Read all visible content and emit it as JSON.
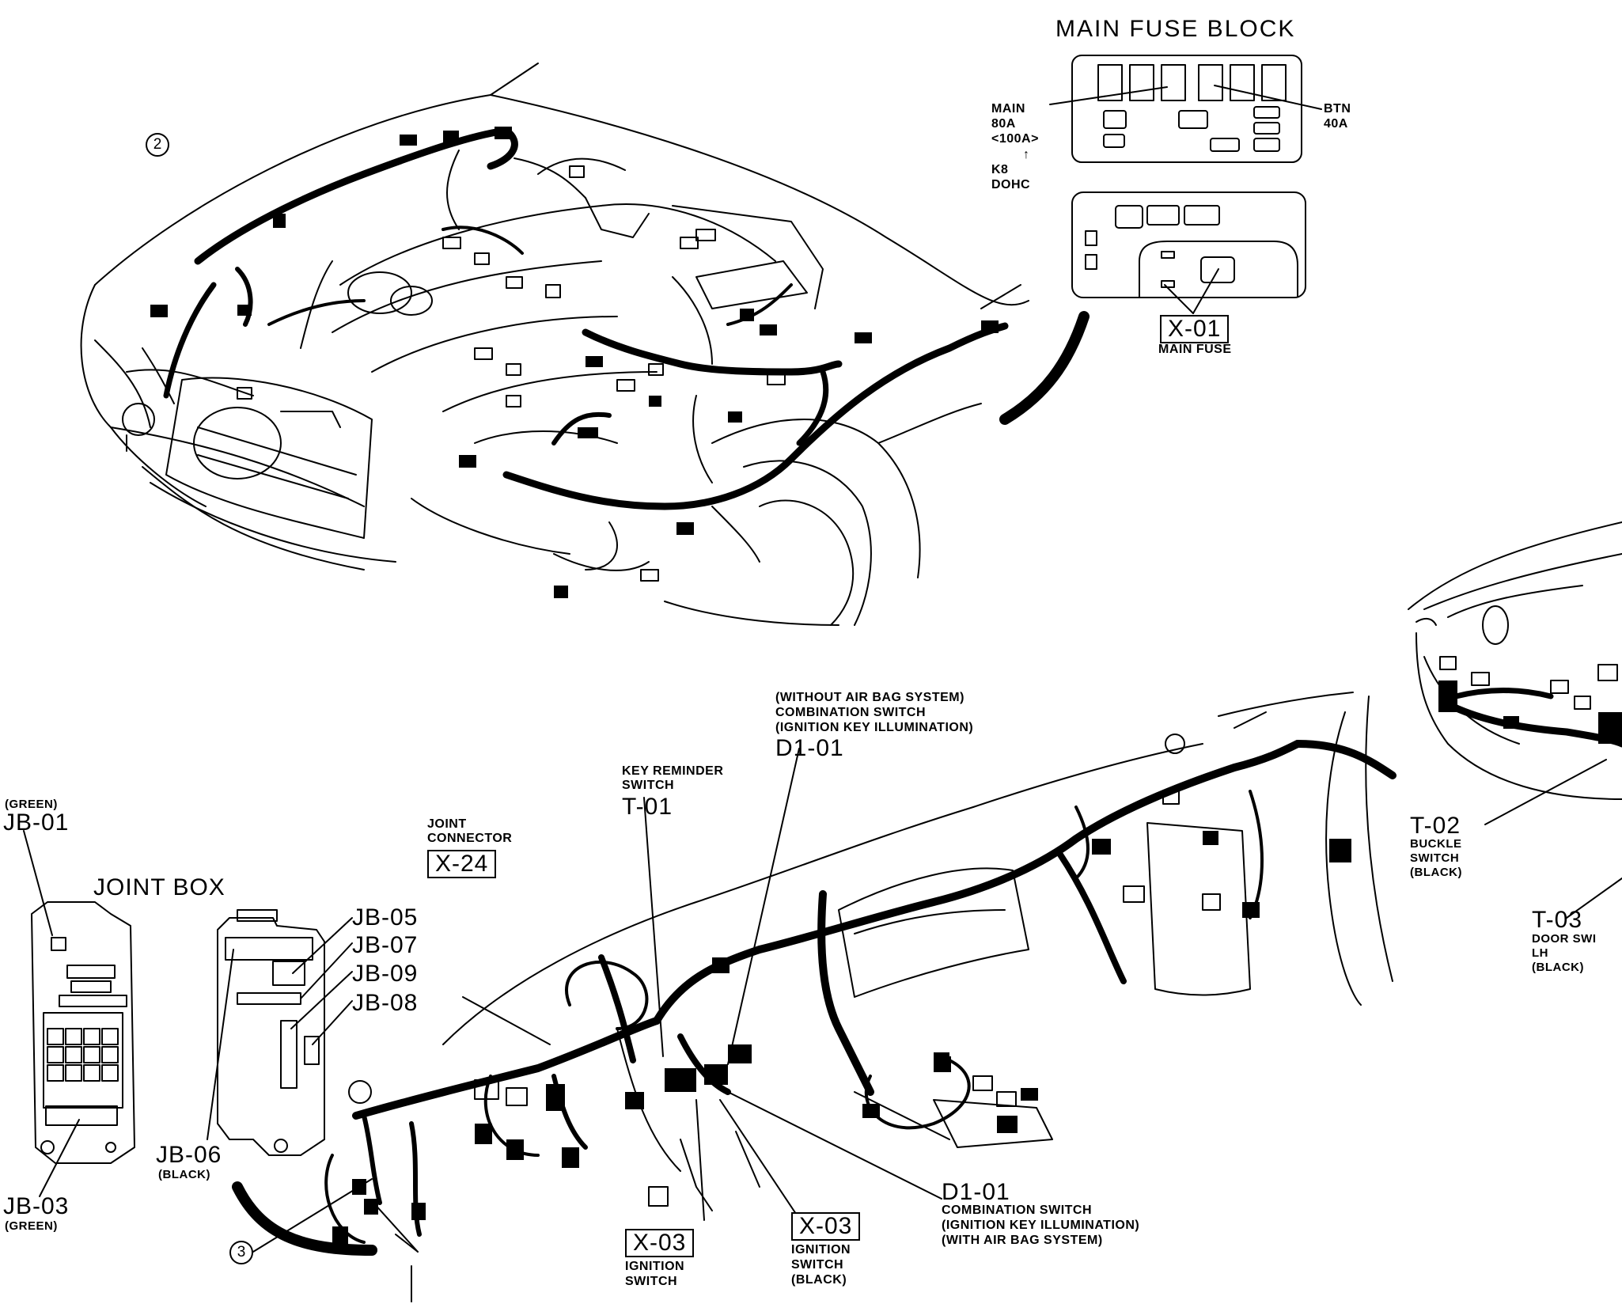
{
  "main_fuse_block": {
    "title": "MAIN FUSE BLOCK",
    "main_label": [
      "MAIN",
      "80A",
      "<100A>",
      "↑",
      "K8",
      "DOHC"
    ],
    "btn_label": [
      "BTN",
      "40A"
    ],
    "x01_code": "X-01",
    "x01_name": "MAIN FUSE"
  },
  "callouts": {
    "c2": "2",
    "c3": "3"
  },
  "joint_box": {
    "title": "JOINT BOX",
    "jb01_color": "(GREEN)",
    "jb01_code": "JB-01",
    "jb03_code": "JB-03",
    "jb03_color": "(GREEN)",
    "jb05": "JB-05",
    "jb07": "JB-07",
    "jb09": "JB-09",
    "jb08": "JB-08",
    "jb06_code": "JB-06",
    "jb06_color": "(BLACK)"
  },
  "dash_harness": {
    "x24_desc": [
      "JOINT",
      "CONNECTOR"
    ],
    "x24_code": "X-24",
    "t01_desc": [
      "KEY REMINDER",
      "SWITCH"
    ],
    "t01_code": "T-01",
    "d101_top_desc": [
      "(WITHOUT AIR BAG SYSTEM)",
      "COMBINATION SWITCH",
      "(IGNITION KEY ILLUMINATION)"
    ],
    "d101_top_code": "D1-01",
    "d101_bottom_code": "D1-01",
    "d101_bottom_desc": [
      "COMBINATION SWITCH",
      "(IGNITION KEY ILLUMINATION)",
      "(WITH AIR BAG SYSTEM)"
    ],
    "x03_left_code": "X-03",
    "x03_left_desc": [
      "IGNITION",
      "SWITCH"
    ],
    "x03_right_code": "X-03",
    "x03_right_desc": [
      "IGNITION",
      "SWITCH",
      "(BLACK)"
    ]
  },
  "door_area": {
    "t02_code": "T-02",
    "t02_desc": [
      "BUCKLE",
      "SWITCH",
      "(BLACK)"
    ],
    "t03_code": "T-03",
    "t03_desc": [
      "DOOR SWI",
      "LH",
      "(BLACK)"
    ]
  }
}
